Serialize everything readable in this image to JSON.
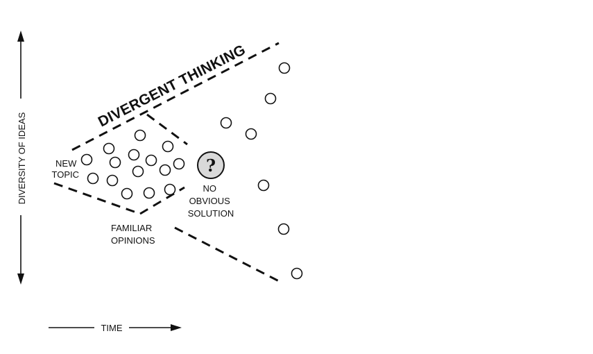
{
  "title": "DIVERGENT THINKING",
  "labels": {
    "new_topic": [
      "NEW",
      "TOPIC"
    ],
    "familiar_opinions": [
      "FAMILIAR",
      "OPINIONS"
    ],
    "no_obvious_solution": [
      "NO",
      "OBVIOUS",
      "SOLUTION"
    ],
    "question_mark": "?"
  },
  "axes": {
    "y_label": "DIVERSITY OF IDEAS",
    "x_label": "TIME"
  },
  "colors": {
    "ink": "#111111",
    "background": "#ffffff",
    "question_fill": "#d9d9d9"
  }
}
